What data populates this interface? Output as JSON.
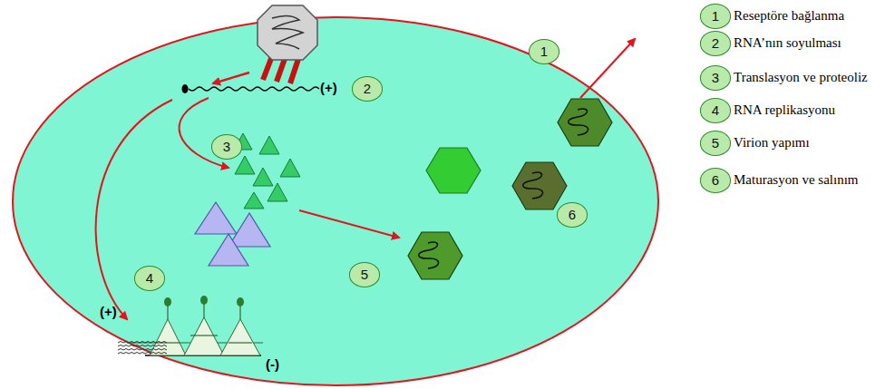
{
  "diagram": {
    "nodes": [
      {
        "text": [
          "1"
        ]
      },
      {
        "text": [
          "2"
        ]
      },
      {
        "text": [
          "3"
        ]
      },
      {
        "text": [
          "4"
        ]
      },
      {
        "text": [
          "5"
        ]
      },
      {
        "text": [
          "6"
        ]
      },
      {
        "text": [
          "1",
          "Reseptöre bağlanma"
        ]
      },
      {
        "text": [
          "2",
          "RNA’nın soyulması"
        ]
      },
      {
        "text": [
          "3",
          "Translasyon ve proteoliz"
        ]
      },
      {
        "text": [
          "4",
          "RNA replikasyonu"
        ]
      },
      {
        "text": [
          "5",
          "Virion yapımı"
        ]
      },
      {
        "text": [
          "6",
          "Maturasyon ve salınım"
        ]
      }
    ],
    "labels": [
      "(+)",
      "(+)",
      "(-)"
    ]
  }
}
